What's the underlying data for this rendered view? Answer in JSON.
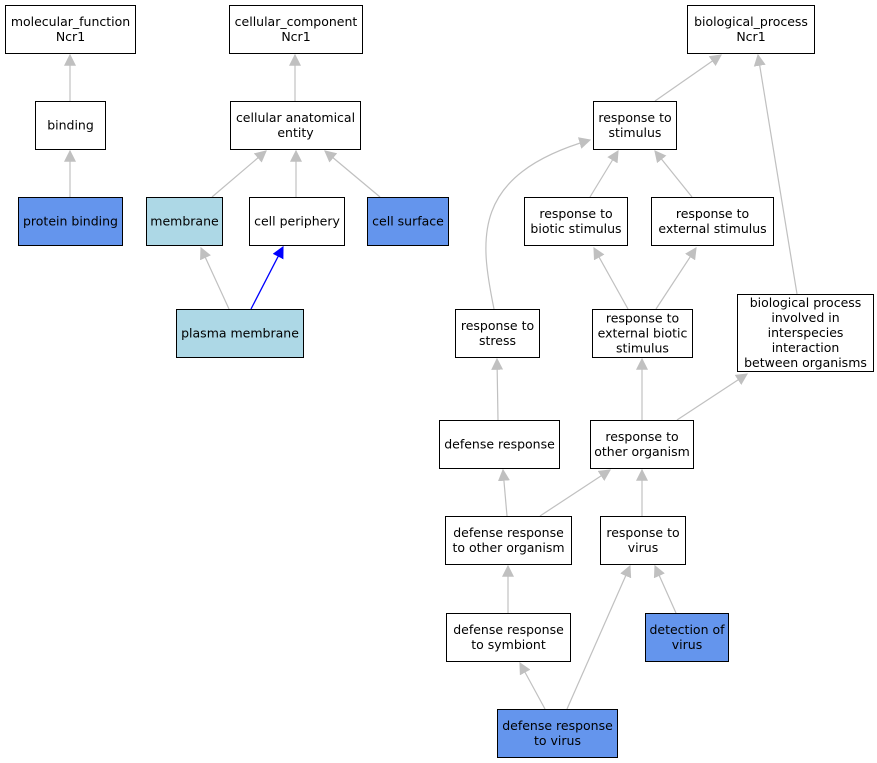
{
  "colors": {
    "white": "#ffffff",
    "light_blue": "#add8e6",
    "cornflower": "#6495ed",
    "edge_gray": "#c0c0c0",
    "edge_blue": "#0000ff"
  },
  "nodes": [
    {
      "id": "mf",
      "lines": [
        "molecular_function",
        "Ncr1"
      ],
      "fill": "white"
    },
    {
      "id": "binding",
      "lines": [
        "binding"
      ],
      "fill": "white"
    },
    {
      "id": "protein_binding",
      "lines": [
        "protein binding"
      ],
      "fill": "cornflower"
    },
    {
      "id": "cc",
      "lines": [
        "cellular_component",
        "Ncr1"
      ],
      "fill": "white"
    },
    {
      "id": "cae",
      "lines": [
        "cellular anatomical",
        "entity"
      ],
      "fill": "white"
    },
    {
      "id": "membrane",
      "lines": [
        "membrane"
      ],
      "fill": "light_blue"
    },
    {
      "id": "cell_periphery",
      "lines": [
        "cell periphery"
      ],
      "fill": "white"
    },
    {
      "id": "cell_surface",
      "lines": [
        "cell surface"
      ],
      "fill": "cornflower"
    },
    {
      "id": "plasma_membrane",
      "lines": [
        "plasma membrane"
      ],
      "fill": "light_blue"
    },
    {
      "id": "bp",
      "lines": [
        "biological_process",
        "Ncr1"
      ],
      "fill": "white"
    },
    {
      "id": "resp_stimulus",
      "lines": [
        "response to",
        "stimulus"
      ],
      "fill": "white"
    },
    {
      "id": "resp_biotic",
      "lines": [
        "response to",
        "biotic stimulus"
      ],
      "fill": "white"
    },
    {
      "id": "resp_external",
      "lines": [
        "response to",
        "external stimulus"
      ],
      "fill": "white"
    },
    {
      "id": "resp_stress",
      "lines": [
        "response to",
        "stress"
      ],
      "fill": "white"
    },
    {
      "id": "resp_ext_biotic",
      "lines": [
        "response to",
        "external biotic",
        "stimulus"
      ],
      "fill": "white"
    },
    {
      "id": "bp_interspecies",
      "lines": [
        "biological process",
        "involved in",
        "interspecies",
        "interaction",
        "between organisms"
      ],
      "fill": "white"
    },
    {
      "id": "defense_response",
      "lines": [
        "defense response"
      ],
      "fill": "white"
    },
    {
      "id": "resp_other_org",
      "lines": [
        "response to",
        "other organism"
      ],
      "fill": "white"
    },
    {
      "id": "def_other_org",
      "lines": [
        "defense response",
        "to other organism"
      ],
      "fill": "white"
    },
    {
      "id": "resp_virus",
      "lines": [
        "response to",
        "virus"
      ],
      "fill": "white"
    },
    {
      "id": "def_symbiont",
      "lines": [
        "defense response",
        "to symbiont"
      ],
      "fill": "white"
    },
    {
      "id": "detection_virus",
      "lines": [
        "detection of",
        "virus"
      ],
      "fill": "cornflower"
    },
    {
      "id": "def_virus",
      "lines": [
        "defense response",
        "to virus"
      ],
      "fill": "cornflower"
    }
  ],
  "edges": [
    {
      "from": "binding",
      "to": "mf",
      "color": "edge_gray"
    },
    {
      "from": "protein_binding",
      "to": "binding",
      "color": "edge_gray"
    },
    {
      "from": "cae",
      "to": "cc",
      "color": "edge_gray"
    },
    {
      "from": "membrane",
      "to": "cae",
      "color": "edge_gray"
    },
    {
      "from": "cell_periphery",
      "to": "cae",
      "color": "edge_gray"
    },
    {
      "from": "cell_surface",
      "to": "cae",
      "color": "edge_gray"
    },
    {
      "from": "plasma_membrane",
      "to": "membrane",
      "color": "edge_gray"
    },
    {
      "from": "plasma_membrane",
      "to": "cell_periphery",
      "color": "edge_blue"
    },
    {
      "from": "resp_stimulus",
      "to": "bp",
      "color": "edge_gray"
    },
    {
      "from": "bp_interspecies",
      "to": "bp",
      "color": "edge_gray"
    },
    {
      "from": "resp_biotic",
      "to": "resp_stimulus",
      "color": "edge_gray"
    },
    {
      "from": "resp_external",
      "to": "resp_stimulus",
      "color": "edge_gray"
    },
    {
      "from": "resp_stress",
      "to": "resp_stimulus",
      "color": "edge_gray"
    },
    {
      "from": "resp_ext_biotic",
      "to": "resp_biotic",
      "color": "edge_gray"
    },
    {
      "from": "resp_ext_biotic",
      "to": "resp_external",
      "color": "edge_gray"
    },
    {
      "from": "resp_other_org",
      "to": "resp_ext_biotic",
      "color": "edge_gray"
    },
    {
      "from": "resp_other_org",
      "to": "bp_interspecies",
      "color": "edge_gray"
    },
    {
      "from": "defense_response",
      "to": "resp_stress",
      "color": "edge_gray"
    },
    {
      "from": "def_other_org",
      "to": "defense_response",
      "color": "edge_gray"
    },
    {
      "from": "def_other_org",
      "to": "resp_other_org",
      "color": "edge_gray"
    },
    {
      "from": "resp_virus",
      "to": "resp_other_org",
      "color": "edge_gray"
    },
    {
      "from": "def_symbiont",
      "to": "def_other_org",
      "color": "edge_gray"
    },
    {
      "from": "detection_virus",
      "to": "resp_virus",
      "color": "edge_gray"
    },
    {
      "from": "def_virus",
      "to": "def_symbiont",
      "color": "edge_gray"
    },
    {
      "from": "def_virus",
      "to": "resp_virus",
      "color": "edge_gray"
    }
  ]
}
